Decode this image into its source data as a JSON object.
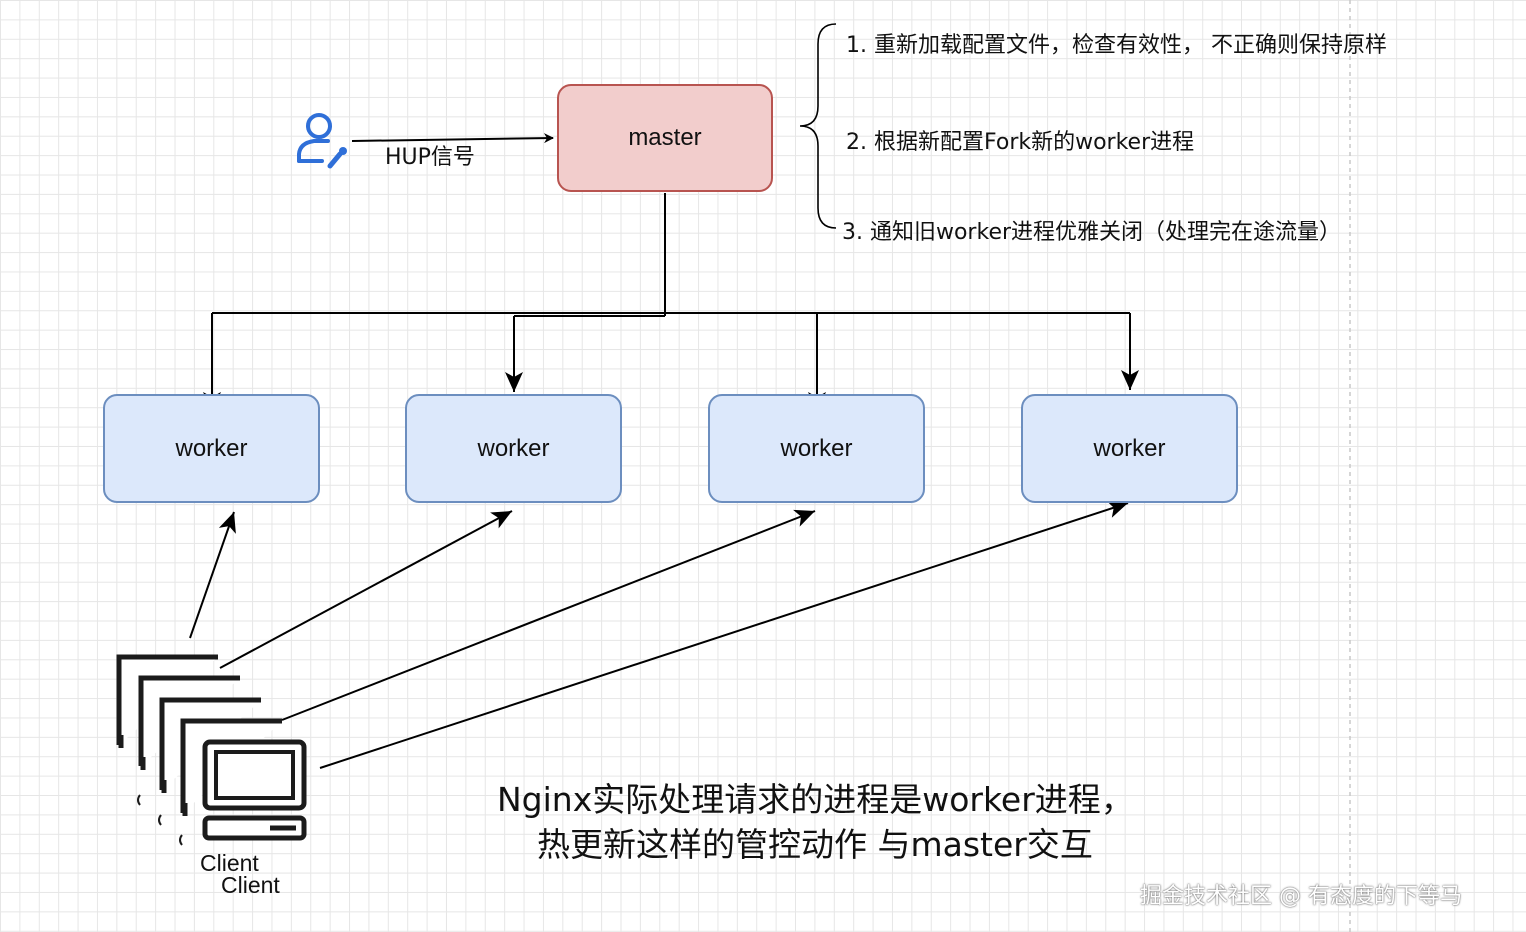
{
  "master": {
    "label": "master"
  },
  "signal": {
    "label": "HUP信号",
    "icon": "user-settings-icon"
  },
  "workers": [
    {
      "label": "worker"
    },
    {
      "label": "worker"
    },
    {
      "label": "worker"
    },
    {
      "label": "worker"
    }
  ],
  "reload_steps": [
    "1. 重新加载配置文件，检查有效性， 不正确则保持原样",
    "2. 根据新配置Fork新的worker进程",
    "3. 通知旧worker进程优雅关闭（处理完在途流量）"
  ],
  "clients": {
    "label_back": "Client",
    "label_front": "Client",
    "icon": "computer-icon"
  },
  "caption": {
    "line1": "Nginx实际处理请求的进程是worker进程，",
    "line2": "热更新这样的管控动作 与master交互"
  },
  "watermark": "掘金技术社区 @ 有态度的下等马",
  "colors": {
    "master_fill": "#f2cdcc",
    "master_border": "#b85450",
    "worker_fill": "#dce8fb",
    "worker_border": "#6c8ebf",
    "icon_blue": "#2f6fd8"
  }
}
